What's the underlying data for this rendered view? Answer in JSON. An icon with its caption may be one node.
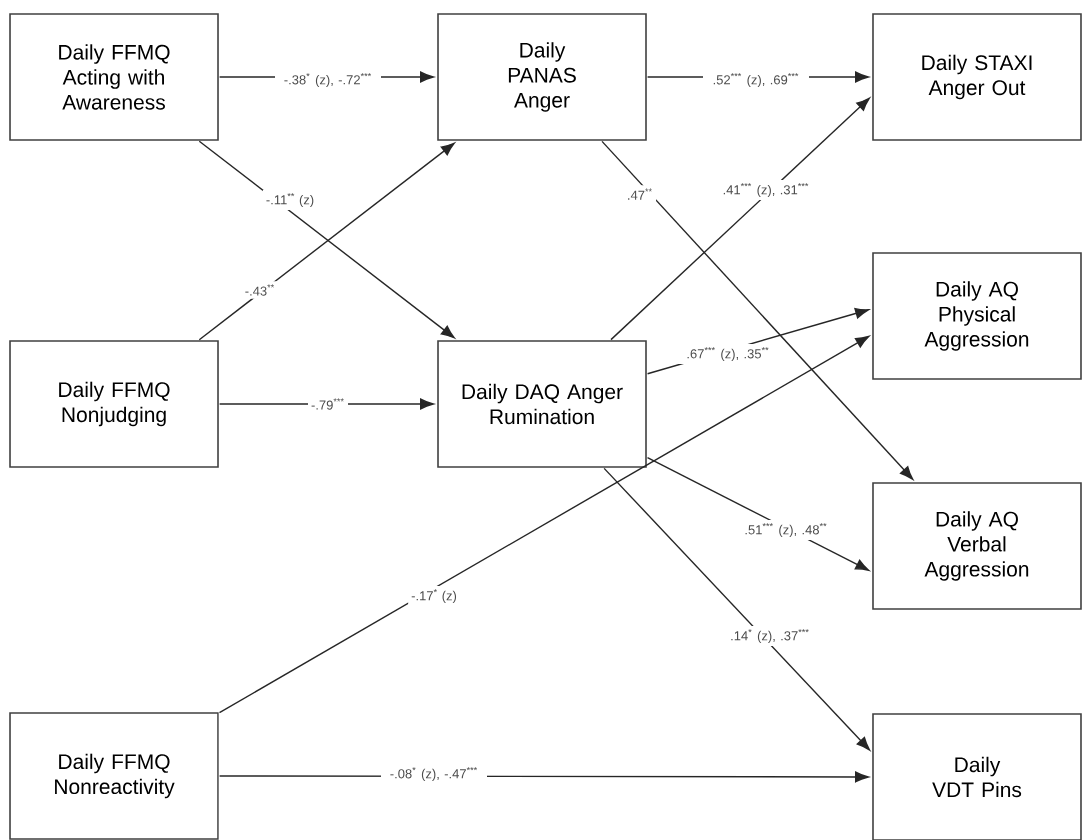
{
  "diagram": {
    "nodes": [
      {
        "text": [
          "Daily FFMQ Acting with Awareness"
        ]
      },
      {
        "text": [
          "Daily FFMQ Nonjudging"
        ]
      },
      {
        "text": [
          "Daily FFMQ Nonreactivity"
        ]
      },
      {
        "text": [
          "Daily PANAS Anger"
        ]
      },
      {
        "text": [
          "Daily DAQ Anger Rumination"
        ]
      },
      {
        "text": [
          "Daily STAXI Anger Out"
        ]
      },
      {
        "text": [
          "Daily AQ Physical Aggression"
        ]
      },
      {
        "text": [
          "Daily AQ Verbal Aggression"
        ]
      },
      {
        "text": [
          "Daily VDT Pins"
        ]
      }
    ],
    "edges": [
      {
        "from": 0,
        "to": 3,
        "arrow": "to",
        "label": "-.38$^{*}$ (z), -.72$^{***}$"
      },
      {
        "from": 0,
        "to": 4,
        "arrow": "to",
        "label": "-.11$^{**}$ (z)"
      },
      {
        "from": 1,
        "to": 3,
        "arrow": "to",
        "label": "-.43$^{**}$"
      },
      {
        "from": 1,
        "to": 4,
        "arrow": "to",
        "label": "-.79$^{***}$"
      },
      {
        "from": 3,
        "to": 5,
        "arrow": "to",
        "label": ".52$^{***}$ (z), .69$^{***}$"
      },
      {
        "from": 3,
        "to": 7,
        "arrow": "to",
        "label": ".47$^{**}$"
      },
      {
        "from": 4,
        "to": 5,
        "arrow": "to",
        "label": ".41$^{***}$ (z), .31$^{***}$"
      },
      {
        "from": 4,
        "to": 6,
        "arrow": "to",
        "label": ".67$^{***}$ (z), .35$^{**}$"
      },
      {
        "from": 4,
        "to": 7,
        "arrow": "to",
        "label": ".51$^{***}$ (z), .48$^{**}$"
      },
      {
        "from": 4,
        "to": 8,
        "arrow": "to",
        "label": ".14$^{*}$ (z), .37$^{***}$"
      },
      {
        "from": 2,
        "to": 6,
        "arrow": "to",
        "label": "-.17$^{*}$ (z)"
      },
      {
        "from": 2,
        "to": 8,
        "arrow": "to",
        "label": "-.08$^{*}$ (z), -.47$^{***}$"
      }
    ]
  }
}
